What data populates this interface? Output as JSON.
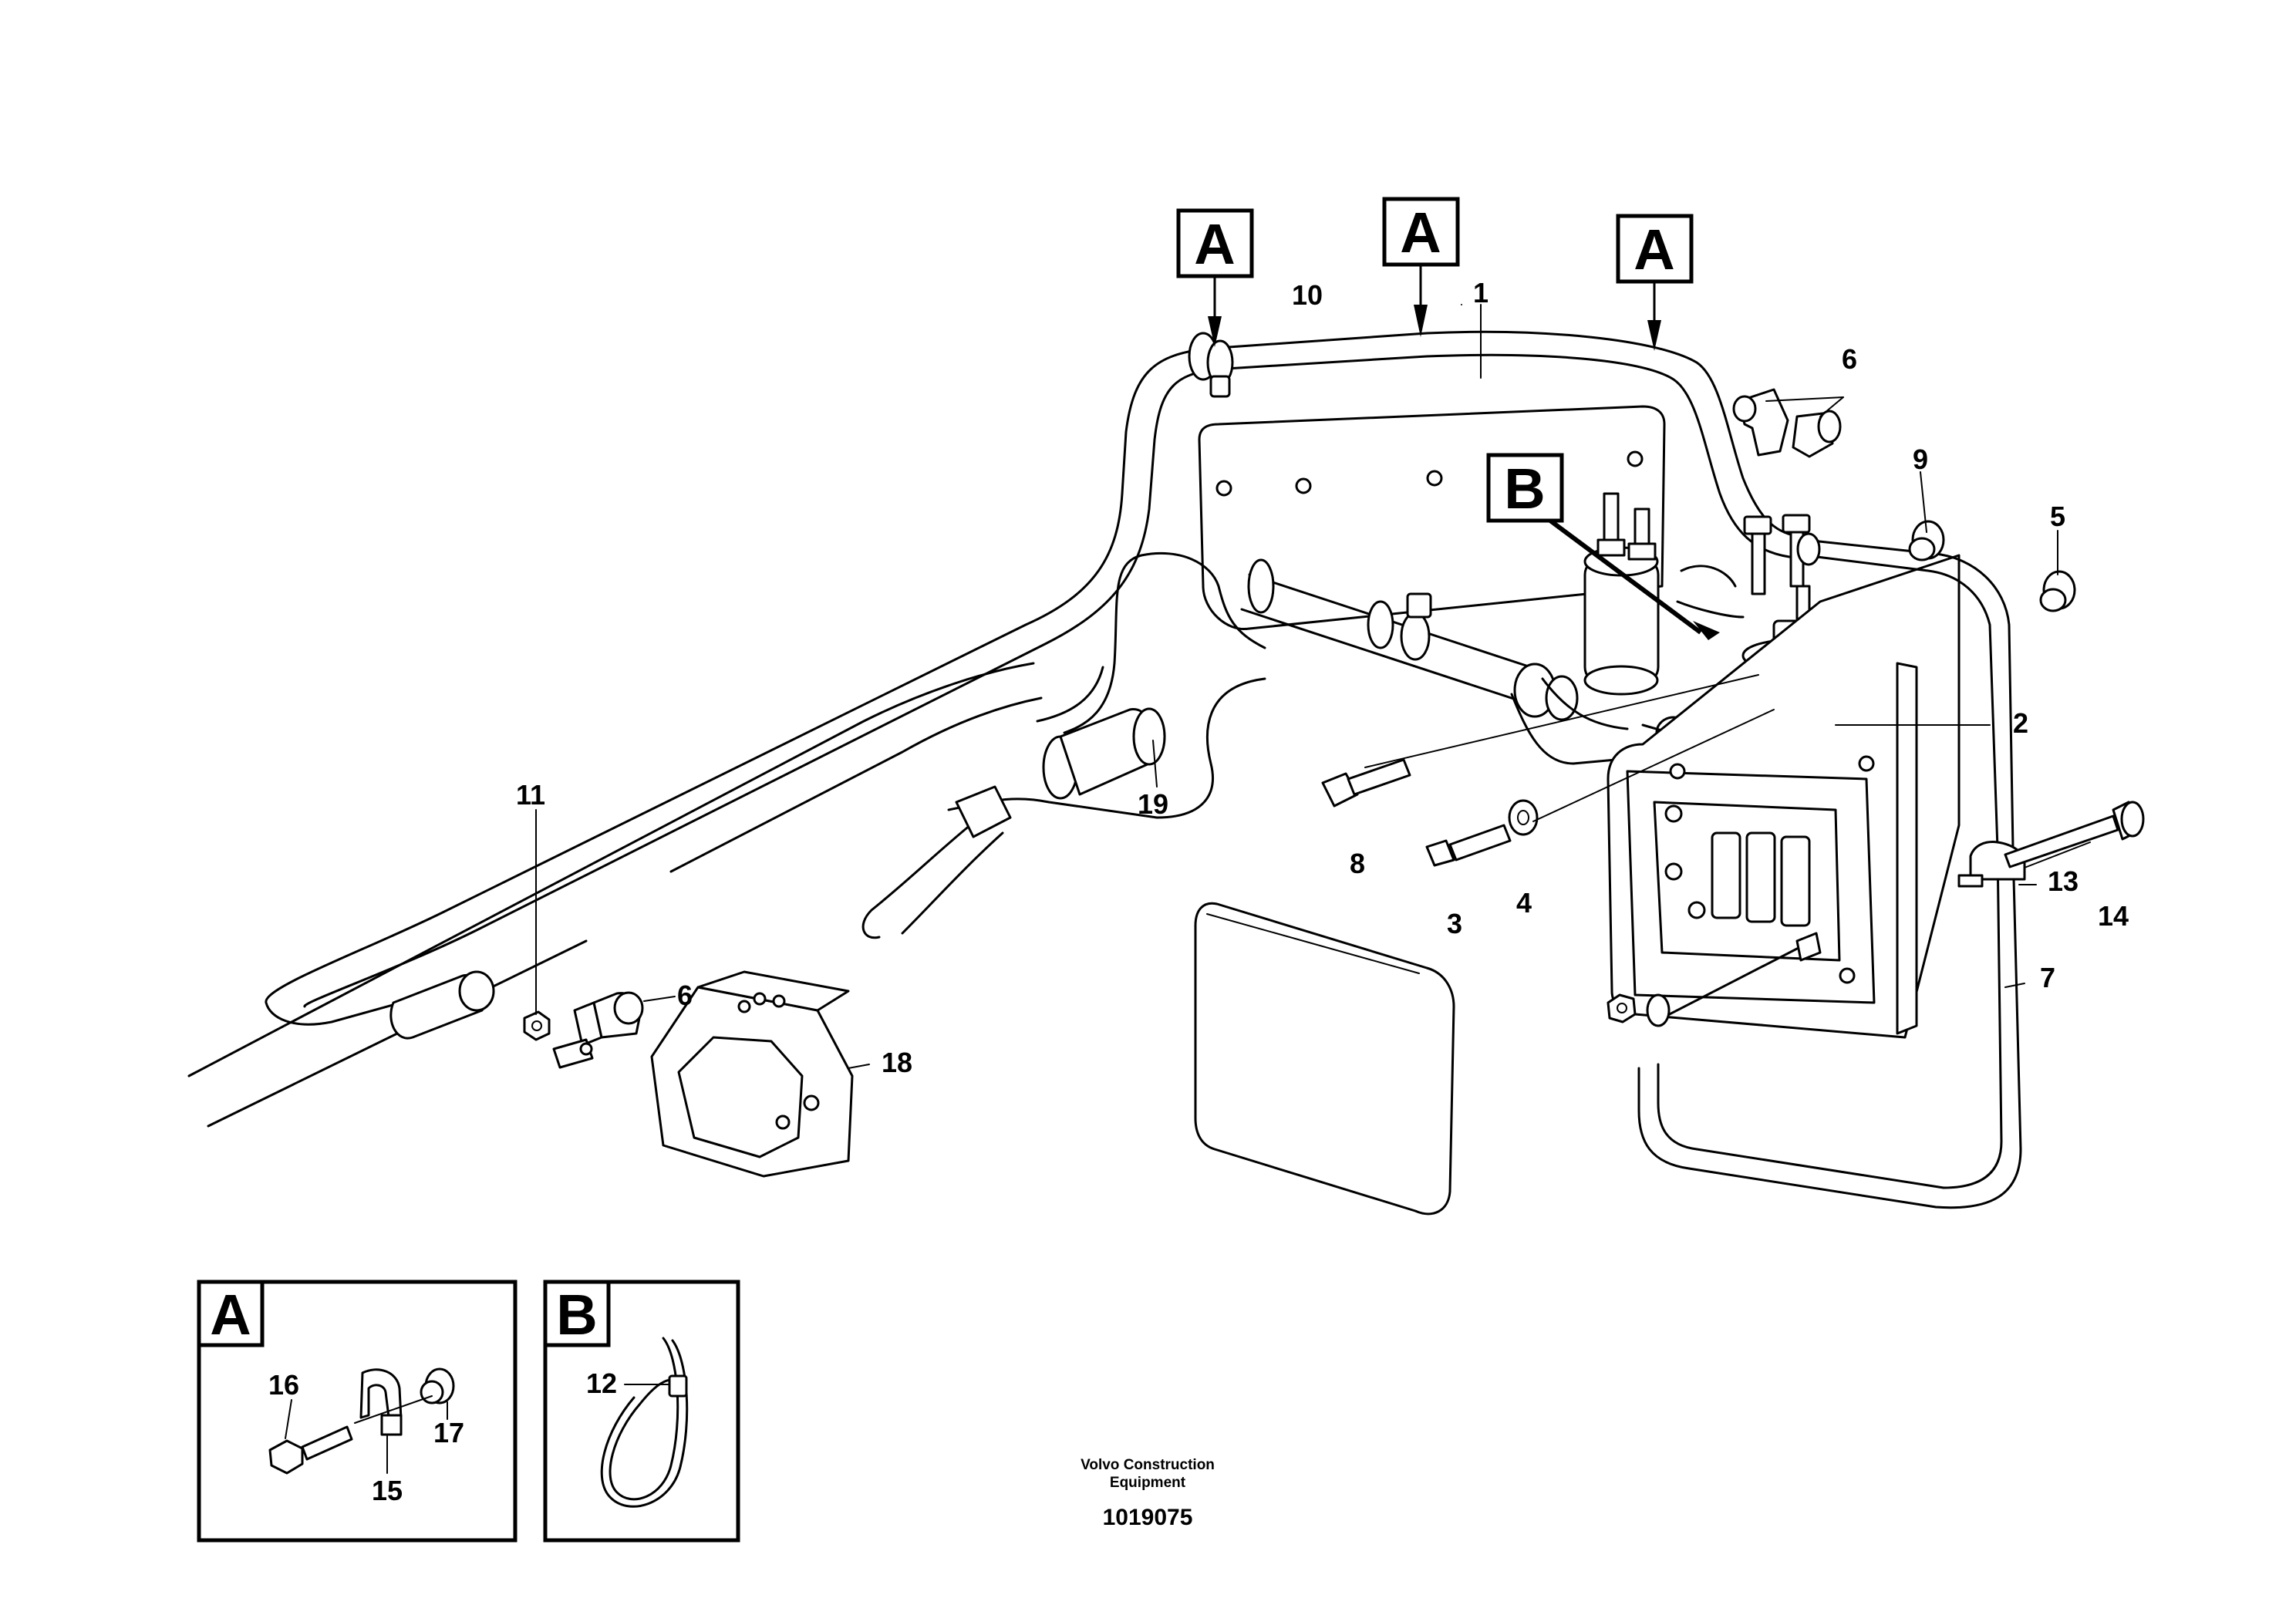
{
  "diagram": {
    "callouts": {
      "c1": "1",
      "c2": "2",
      "c3": "3",
      "c4": "4",
      "c5": "5",
      "c6a": "6",
      "c6b": "6",
      "c7": "7",
      "c8": "8",
      "c9": "9",
      "c10": "10",
      "c11": "11",
      "c13": "13",
      "c14": "14",
      "c18": "18",
      "c19": "19"
    },
    "view_markers": {
      "a1": "A",
      "a2": "A",
      "a3": "A",
      "b1": "B"
    }
  },
  "detail_a": {
    "title": "A",
    "c15": "15",
    "c16": "16",
    "c17": "17"
  },
  "detail_b": {
    "title": "B",
    "c12": "12"
  },
  "footer": {
    "line1": "Volvo Construction",
    "line2": "Equipment",
    "number": "1019075"
  }
}
